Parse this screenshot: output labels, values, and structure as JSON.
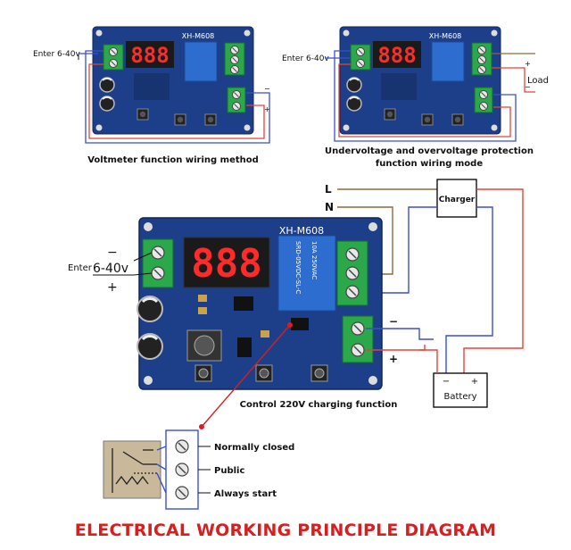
{
  "top_left": {
    "caption": "Voltmeter function wiring method",
    "enter_label": "Enter 6-40v",
    "board_model": "XH-M608",
    "display": "888"
  },
  "top_right": {
    "caption_line1": "Undervoltage and overvoltage protection",
    "caption_line2": "function wiring mode",
    "enter_label": "Enter 6-40v",
    "load_label": "Load",
    "board_model": "XH-M608",
    "display": "888"
  },
  "main": {
    "board_model": "XH-M608",
    "display": "888",
    "enter_label": "Enter",
    "voltage_label": "6-40v",
    "minus_sign": "−",
    "plus_sign": "+",
    "l_label": "L",
    "n_label": "N",
    "charger_label": "Charger",
    "battery_label": "Battery",
    "battery_minus": "−",
    "battery_plus": "+",
    "relay_text1": "SRD-05VDC-SL-C",
    "relay_text2": "10A 250VAC",
    "caption": "Control 220V charging function"
  },
  "relay_detail": {
    "normally_closed": "Normally closed",
    "public": "Public",
    "always_start": "Always start"
  },
  "footer_title": "ELECTRICAL WORKING PRINCIPLE DIAGRAM",
  "colors": {
    "board": "#1d3f8a",
    "terminal": "#2aa84a",
    "display_bg": "#1a1a1a",
    "segment": "#ff2a2a",
    "wire_red": "#e0463a",
    "wire_blue": "#3a4fd0",
    "wire_brown": "#8a6a3a",
    "title_red": "#d81e1e"
  }
}
